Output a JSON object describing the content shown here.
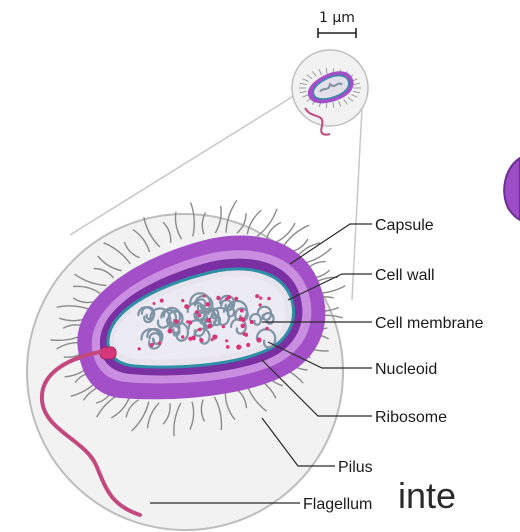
{
  "scale_bar": {
    "label": "1 µm"
  },
  "labels": [
    {
      "id": "capsule",
      "text": "Capsule"
    },
    {
      "id": "cell-wall",
      "text": "Cell wall"
    },
    {
      "id": "cell-membrane",
      "text": "Cell membrane"
    },
    {
      "id": "nucleoid",
      "text": "Nucleoid"
    },
    {
      "id": "ribosome",
      "text": "Ribosome"
    },
    {
      "id": "pilus",
      "text": "Pilus"
    },
    {
      "id": "flagellum",
      "text": "Flagellum"
    }
  ],
  "fragment_text": "inte",
  "colors": {
    "capsule": "#a24fc8",
    "capsule_light": "#c98ee0",
    "cell_wall": "#7a2fa3",
    "membrane": "#2f8fa6",
    "cytoplasm": "#ece8f2",
    "nucleoid": "#7f93a6",
    "ribosome": "#d8367a",
    "flagellum": "#c2487e",
    "magnifier_fill": "#f2f2f2",
    "magnifier_stroke": "#bdbdbd"
  }
}
